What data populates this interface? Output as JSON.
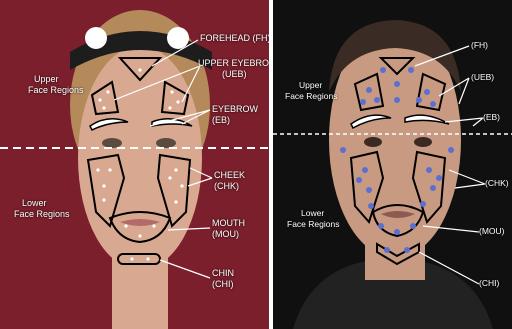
{
  "left_panel": {
    "upper_face_label": [
      "Upper",
      "Face Regions"
    ],
    "lower_face_label": [
      "Lower",
      "Face Regions"
    ],
    "regions": [
      {
        "name": "FOREHEAD (FH)"
      },
      {
        "name": "UPPER EYEBROW",
        "abbr": "(UEB)"
      },
      {
        "name": "EYEBROW",
        "abbr": "(EB)"
      },
      {
        "name": "CHEEK",
        "abbr": "(CHK)"
      },
      {
        "name": "MOUTH",
        "abbr": "(MOU)"
      },
      {
        "name": "CHIN",
        "abbr": "(CHI)"
      }
    ]
  },
  "right_panel": {
    "upper_face_label": [
      "Upper",
      "Face Regions"
    ],
    "lower_face_label": [
      "Lower",
      "Face Regions"
    ],
    "regions": [
      "(FH)",
      "(UEB)",
      "(EB)",
      "(CHK)",
      "(MOU)",
      "(CHI)"
    ]
  },
  "colors": {
    "left_background": "#7a1f2b",
    "right_background": "#101010",
    "skin_left": "#d9a891",
    "skin_right": "#c99a82",
    "marker_dot_right": "#5a6fd0",
    "outline": "#000000",
    "label_text": "#ffffff"
  }
}
